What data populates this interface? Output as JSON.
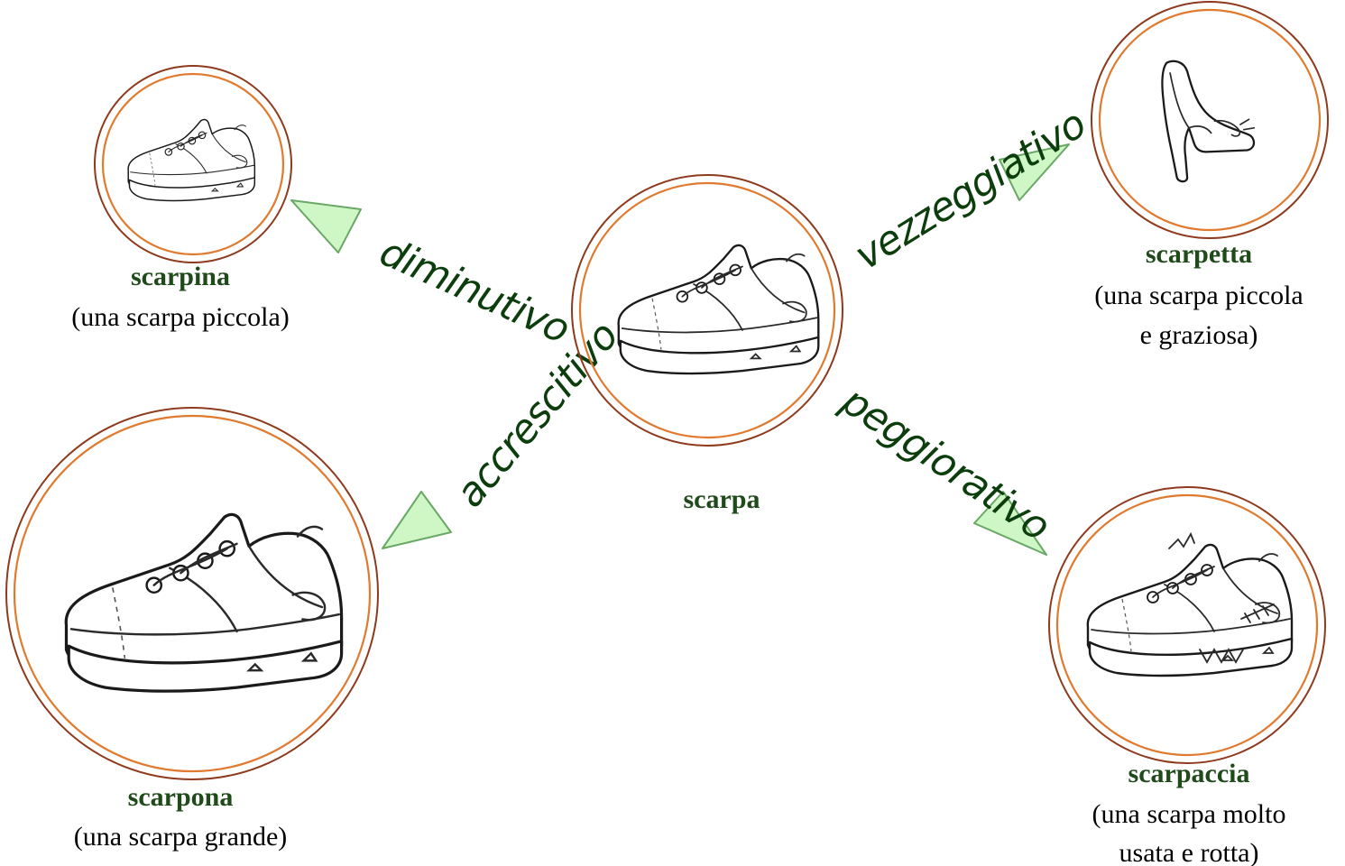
{
  "center": {
    "word": "scarpa"
  },
  "diminutive": {
    "word": "scarpina",
    "desc": [
      "(una scarpa piccola)"
    ],
    "relation": "diminutivo"
  },
  "augmentative": {
    "word": "scarpona",
    "desc": [
      "(una scarpa grande)"
    ],
    "relation": "accrescitivo"
  },
  "endearing": {
    "word": "scarpetta",
    "desc": [
      "(una scarpa piccola",
      "e graziosa)"
    ],
    "relation": "vezzeggiativo"
  },
  "pejorative": {
    "word": "scarpaccia",
    "desc": [
      "(una scarpa molto",
      "usata e rotta)"
    ],
    "relation": "peggiorativo"
  },
  "colors": {
    "word": "#1f4a1a",
    "ring_outer": "#8e3a1d",
    "ring_inner": "#e07a2f",
    "arrow_fill": "#cff7c6",
    "relation_text": "#0c3d0c"
  }
}
